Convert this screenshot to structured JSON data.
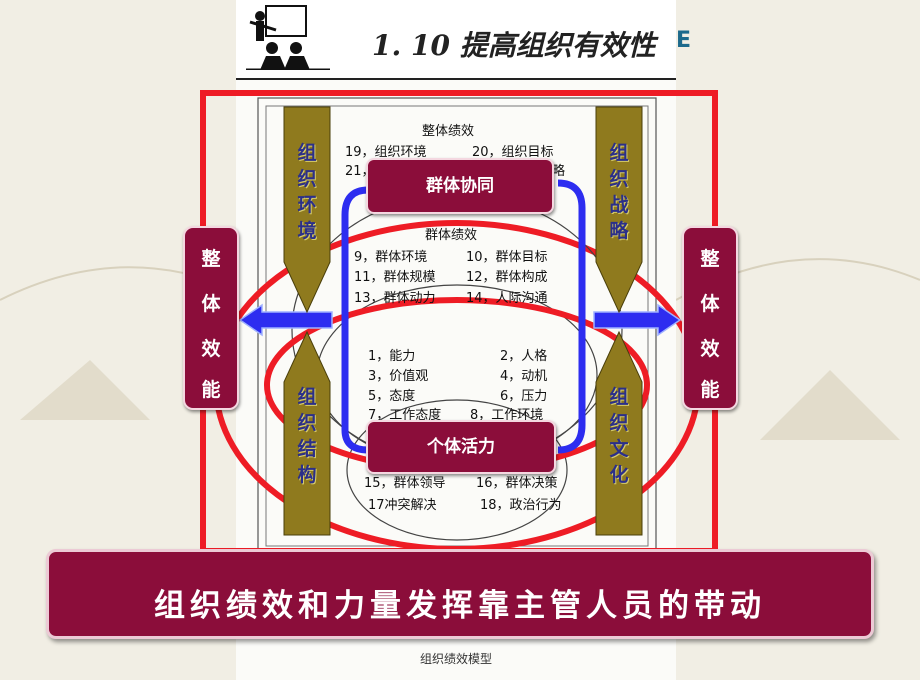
{
  "title": "1. 10  提高组织有效性",
  "e_glyph": "E",
  "top_group": {
    "heading": "整体绩效",
    "item1": "19，组织环境",
    "item2": "20，组织目标",
    "item3": "21，",
    "item4": "略"
  },
  "center_group": {
    "heading": "群体绩效",
    "rows": [
      [
        "9，群体环境",
        "10，群体目标"
      ],
      [
        "11，群体规模",
        "12，群体构成"
      ],
      [
        "13，群体动力",
        "14，人际沟通"
      ]
    ]
  },
  "inner_group": {
    "rows": [
      [
        "1，能力",
        "2，人格"
      ],
      [
        "3，价值观",
        "4，动机"
      ],
      [
        "5，态度",
        "6，压力"
      ],
      [
        "7，工作态度",
        "8，工作环境"
      ]
    ]
  },
  "bottom_group": {
    "rows": [
      [
        "15，群体领导",
        "16，群体决策"
      ],
      [
        "17冲突解决",
        "18，政治行为"
      ]
    ]
  },
  "pill_top": "群体协同",
  "pill_bottom": "个体活力",
  "left_box": [
    "整",
    "体",
    "效",
    "能"
  ],
  "right_box": [
    "整",
    "体",
    "效",
    "能"
  ],
  "arrow_labels": {
    "top_left": [
      "组",
      "织",
      "环",
      "境"
    ],
    "bottom_left": [
      "组",
      "织",
      "结",
      "构"
    ],
    "top_right": [
      "组",
      "织",
      "战",
      "略"
    ],
    "bottom_right": [
      "组",
      "织",
      "文",
      "化"
    ]
  },
  "banner": "组织绩效和力量发挥靠主管人员的带动",
  "caption": "组织绩效模型",
  "colors": {
    "maroon": "#8b0d3a",
    "red": "#ee1c25",
    "blue": "#2d2df0",
    "olive": "#8f7a1e",
    "label_blue": "#2b2f8a"
  }
}
